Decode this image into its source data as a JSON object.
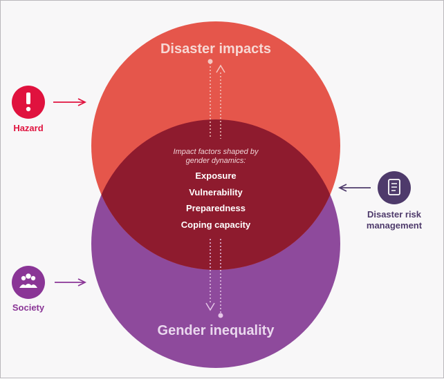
{
  "diagram": {
    "top_circle_label": "Disaster impacts",
    "bottom_circle_label": "Gender inequality",
    "center": {
      "subtitle_line1": "Impact factors shaped by",
      "subtitle_line2": "gender dynamics:",
      "factors": [
        "Exposure",
        "Vulnerability",
        "Preparedness",
        "Coping capacity"
      ]
    },
    "inputs": {
      "hazard": {
        "label": "Hazard",
        "icon": "exclamation-icon"
      },
      "society": {
        "label": "Society",
        "icon": "people-icon"
      },
      "drm": {
        "label_line1": "Disaster risk",
        "label_line2": "management",
        "icon": "document-icon"
      }
    },
    "colors": {
      "top_circle": "#e5564b",
      "bottom_circle": "#8e4a9c",
      "overlap": "#8e1b2e",
      "hazard": "#e0123e",
      "society": "#8a3596",
      "drm": "#4e3a6b",
      "top_label": "#f7d8d4",
      "bottom_label": "#ead8ee"
    }
  }
}
